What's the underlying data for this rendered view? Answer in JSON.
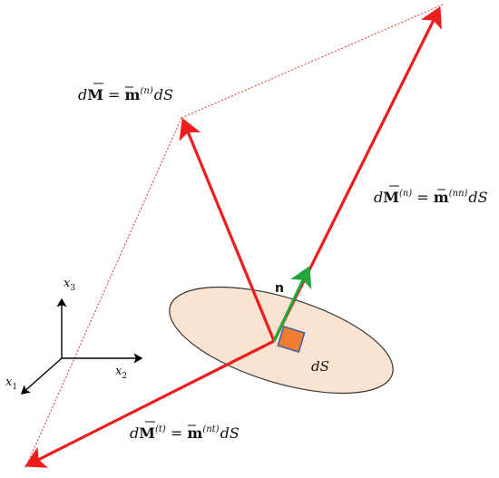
{
  "colors": {
    "vector": "#ee1c1c",
    "normal": "#22a53a",
    "ellipse_fill": "#fbe3d1",
    "ellipse_stroke": "#333333",
    "patch_fill": "#ee7d2f",
    "patch_stroke": "#3a5fa8",
    "dotted": "#e03030",
    "axis": "#000000"
  },
  "icons": {
    "arrow_head": "arrowhead-icon"
  },
  "labels": {
    "moment_total": {
      "lhs": "d",
      "vec": "M",
      "eq": " = ",
      "rhs_vec": "m",
      "sup": "(n)",
      "tail": "dS"
    },
    "moment_normal": {
      "lhs": "d",
      "vec": "M",
      "sup_l": "(n)",
      "eq": " = ",
      "rhs_vec": "m",
      "sup": "(nn)",
      "tail": "dS"
    },
    "moment_tangential": {
      "lhs": "d",
      "vec": "M",
      "sup_l": "(t)",
      "eq": " = ",
      "rhs_vec": "m",
      "sup": "(nt)",
      "tail": "dS"
    },
    "normal": "n",
    "area": "dS",
    "axes": {
      "x1": {
        "base": "x",
        "sub": "1"
      },
      "x2": {
        "base": "x",
        "sub": "2"
      },
      "x3": {
        "base": "x",
        "sub": "3"
      }
    }
  }
}
